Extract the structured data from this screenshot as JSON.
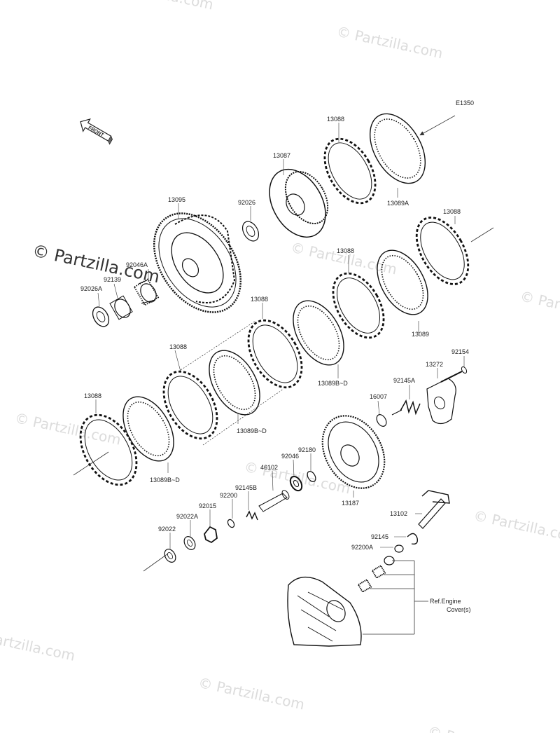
{
  "watermark": {
    "text": "© Partzilla.com",
    "brand": "© Partzilla.com"
  },
  "diagram": {
    "section_ref": "E1350",
    "front_label": "FRONT",
    "ref_note_line1": "Ref.Engine",
    "ref_note_line2": "Cover(s)"
  },
  "parts": [
    {
      "id": "p13088a",
      "number": "13088"
    },
    {
      "id": "p13087",
      "number": "13087"
    },
    {
      "id": "p13089a",
      "number": "13089A"
    },
    {
      "id": "p13095",
      "number": "13095"
    },
    {
      "id": "p92026",
      "number": "92026"
    },
    {
      "id": "p13088b",
      "number": "13088"
    },
    {
      "id": "p13088c",
      "number": "13088"
    },
    {
      "id": "p92046a",
      "number": "92046A"
    },
    {
      "id": "p92139",
      "number": "92139"
    },
    {
      "id": "p92026a",
      "number": "92026A"
    },
    {
      "id": "p13089",
      "number": "13089"
    },
    {
      "id": "p13088d",
      "number": "13088"
    },
    {
      "id": "p13089bd1",
      "number": "13089B~D"
    },
    {
      "id": "p92154",
      "number": "92154"
    },
    {
      "id": "p13272",
      "number": "13272"
    },
    {
      "id": "p13088e",
      "number": "13088"
    },
    {
      "id": "p92145a",
      "number": "92145A"
    },
    {
      "id": "p16007",
      "number": "16007"
    },
    {
      "id": "p13089bd2",
      "number": "13089B~D"
    },
    {
      "id": "p13088f",
      "number": "13088"
    },
    {
      "id": "p92180",
      "number": "92180"
    },
    {
      "id": "p92046",
      "number": "92046"
    },
    {
      "id": "p46102",
      "number": "46102"
    },
    {
      "id": "p13089bd3",
      "number": "13089B~D"
    },
    {
      "id": "p92145b",
      "number": "92145B"
    },
    {
      "id": "p13187",
      "number": "13187"
    },
    {
      "id": "p92200",
      "number": "92200"
    },
    {
      "id": "p92015",
      "number": "92015"
    },
    {
      "id": "p92022a",
      "number": "92022A"
    },
    {
      "id": "p13102",
      "number": "13102"
    },
    {
      "id": "p92022",
      "number": "92022"
    },
    {
      "id": "p92145",
      "number": "92145"
    },
    {
      "id": "p92200a",
      "number": "92200A"
    }
  ]
}
